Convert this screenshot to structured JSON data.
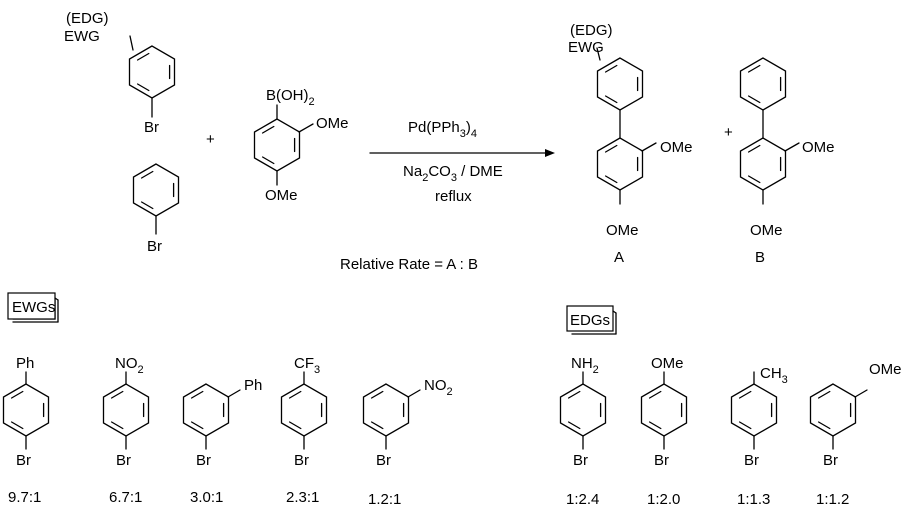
{
  "substrates": {
    "aryl_bromide_label_edg": "(EDG)",
    "aryl_bromide_label_ewg": "EWG",
    "bromobenzene_br": "Br",
    "substituted_br": "Br",
    "plus": "+",
    "boronic_acid_group": "B(OH)",
    "boronic_acid_sub": "2",
    "ome_ortho": "OMe",
    "ome_para": "OMe"
  },
  "conditions": {
    "catalyst_main": "Pd(PPh",
    "catalyst_sub3": "3",
    "catalyst_close": ")",
    "catalyst_sub4": "4",
    "base_na": "Na",
    "base_sub2": "2",
    "base_co": "CO",
    "base_sub3": "3",
    "base_rest": " / DME",
    "temperature": "reflux"
  },
  "products": {
    "a_edg": "(EDG)",
    "a_ewg": "EWG",
    "a_ome_ortho": "OMe",
    "a_ome_para": "OMe",
    "a_label": "A",
    "plus": "+",
    "b_ome_ortho": "OMe",
    "b_ome_para": "OMe",
    "b_label": "B"
  },
  "relative_rate_label": "Relative Rate = A : B",
  "ewg_box_label": "EWGs",
  "edg_box_label": "EDGs",
  "ewg_examples": [
    {
      "substituent": "Ph",
      "ratio": "9.7:1",
      "br": "Br"
    },
    {
      "substituent": "NO",
      "sub": "2",
      "ratio": "6.7:1",
      "br": "Br"
    },
    {
      "substituent": "Ph",
      "ratio": "3.0:1",
      "br": "Br"
    },
    {
      "substituent": "CF",
      "sub": "3",
      "ratio": "2.3:1",
      "br": "Br"
    },
    {
      "substituent": "NO",
      "sub": "2",
      "ratio": "1.2:1",
      "br": "Br"
    }
  ],
  "edg_examples": [
    {
      "substituent": "NH",
      "sub": "2",
      "ratio": "1:2.4",
      "br": "Br"
    },
    {
      "substituent": "OMe",
      "ratio": "1:2.0",
      "br": "Br"
    },
    {
      "substituent": "CH",
      "sub": "3",
      "ratio": "1:1.3",
      "br": "Br"
    },
    {
      "substituent": "OMe",
      "ratio": "1:1.2",
      "br": "Br"
    }
  ]
}
